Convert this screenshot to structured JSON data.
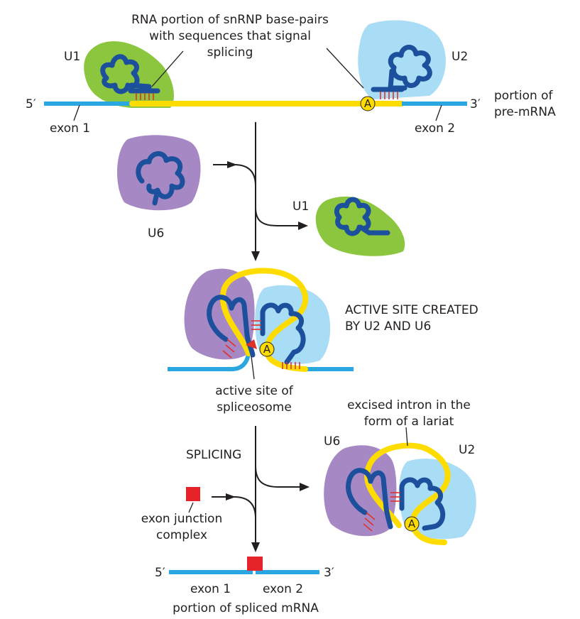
{
  "labels": {
    "rna_portion_line1": "RNA portion of snRNP base-pairs",
    "rna_portion_line2": "with sequences that signal",
    "rna_portion_line3": "splicing",
    "u1_top": "U1",
    "u2_top": "U2",
    "five_prime_top": "5′",
    "three_prime_top": "3′",
    "exon1_top": "exon 1",
    "exon2_top": "exon 2",
    "portion_of": "portion of",
    "pre_mrna": "pre-mRNA",
    "u6_mid": "U6",
    "u1_mid": "U1",
    "active_site_created_line1": "ACTIVE SITE CREATED",
    "active_site_created_line2": "BY U2 AND U6",
    "active_site_of": "active site of",
    "spliceosome": "spliceosome",
    "excised_line1": "excised intron in the",
    "excised_line2": "form of a lariat",
    "u6_bottom": "U6",
    "u2_bottom": "U2",
    "splicing": "SPLICING",
    "exon_junction_line1": "exon junction",
    "exon_junction_line2": "complex",
    "five_prime_bottom": "5′",
    "three_prime_bottom": "3′",
    "exon1_bottom": "exon 1",
    "exon2_bottom": "exon 2",
    "portion_spliced": "portion of spliced mRNA",
    "branch_a": "A"
  },
  "colors": {
    "u1_protein": "#8cc63f",
    "u2_protein": "#a9dcf5",
    "u6_protein": "#a689c4",
    "snrna": "#1c4f9c",
    "intron": "#ffdc00",
    "exon": "#2aa6e0",
    "base_pairs": "#e0312b",
    "exon_junction_complex": "#e52329"
  }
}
